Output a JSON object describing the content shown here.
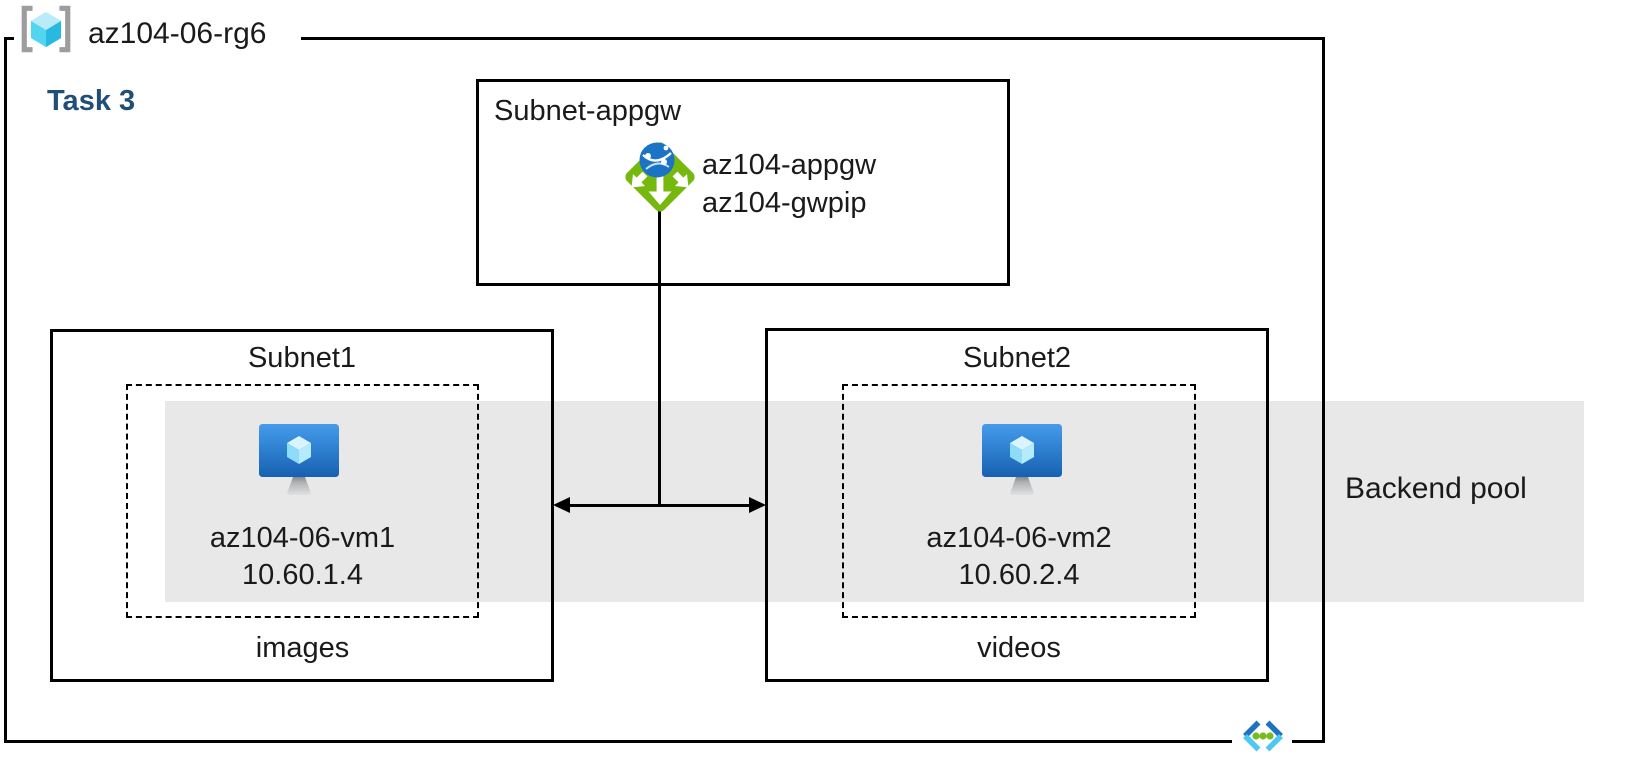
{
  "resource_group": {
    "name": "az104-06-rg6"
  },
  "task": {
    "label": "Task 3"
  },
  "appgw_subnet": {
    "label": "Subnet-appgw",
    "gateway_name": "az104-appgw",
    "public_ip_name": "az104-gwpip"
  },
  "subnet1": {
    "label": "Subnet1",
    "vm_name": "az104-06-vm1",
    "vm_ip": "10.60.1.4",
    "storage_label": "images"
  },
  "subnet2": {
    "label": "Subnet2",
    "vm_name": "az104-06-vm2",
    "vm_ip": "10.60.2.4",
    "storage_label": "videos"
  },
  "backend_pool": {
    "label": "Backend pool"
  },
  "colors": {
    "task_text": "#1f4e79",
    "backend_pool_band": "#e9e8e8",
    "outline_black": "#000000",
    "appgw_green": "#76b80e",
    "globe_blue": "#1a73c4",
    "vm_screen_top": "#459ceb",
    "vm_screen_bottom": "#1760b2",
    "cube_light": "#b9ecf8",
    "cube_mid": "#53d5f0",
    "cube_dark": "#28b9e0",
    "vnet_blue_dark": "#1e72c2",
    "vnet_cyan": "#4fc8f0",
    "vnet_dot_green": "#76bc21",
    "bracket_gray": "#9d9da0"
  }
}
